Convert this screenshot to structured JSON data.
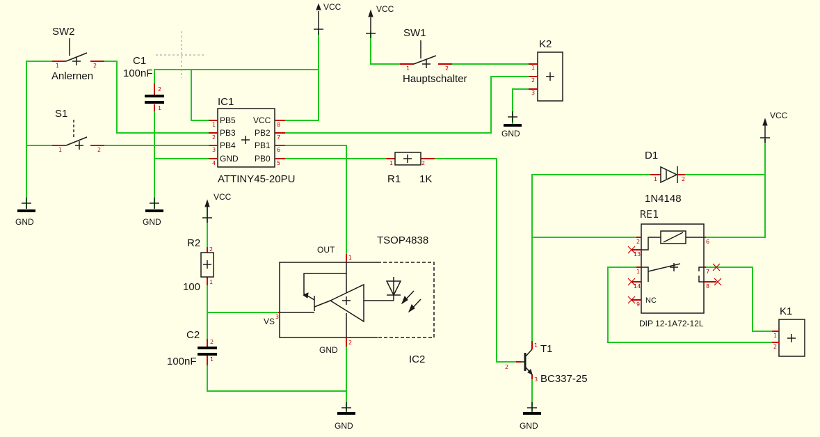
{
  "components": {
    "sw2": {
      "ref": "SW2",
      "value": "Anlernen"
    },
    "sw1": {
      "ref": "SW1",
      "value": "Hauptschalter"
    },
    "s1": {
      "ref": "S1"
    },
    "c1": {
      "ref": "C1",
      "value": "100nF"
    },
    "c2": {
      "ref": "C2",
      "value": "100nF"
    },
    "ic1": {
      "ref": "IC1",
      "value": "ATTINY45-20PU",
      "pins_left": [
        "PB5",
        "PB3",
        "PB4",
        "GND"
      ],
      "pins_right": [
        "VCC",
        "PB2",
        "PB1",
        "PB0"
      ],
      "pin_nums_left": [
        "1",
        "2",
        "3",
        "4"
      ],
      "pin_nums_right": [
        "8",
        "7",
        "6",
        "5"
      ]
    },
    "ic2": {
      "ref": "IC2",
      "value": "TSOP4838",
      "pin_out": "OUT",
      "pin_vs": "VS",
      "pin_gnd": "GND"
    },
    "r1": {
      "ref": "R1",
      "value": "1K"
    },
    "r2": {
      "ref": "R2",
      "value": "100"
    },
    "k1": {
      "ref": "K1"
    },
    "k2": {
      "ref": "K2"
    },
    "d1": {
      "ref": "D1",
      "value": "1N4148"
    },
    "t1": {
      "ref": "T1",
      "value": "BC337-25"
    },
    "re1": {
      "ref": "RE1",
      "value": "DIP 12-1A72-12L",
      "nc": "NC"
    }
  },
  "power": {
    "vcc": "VCC",
    "gnd": "GND"
  },
  "pin_numbers": {
    "p1": "1",
    "p2": "2",
    "p3": "3",
    "p5": "5",
    "p6": "6",
    "p7": "7",
    "p8": "8",
    "p9": "9",
    "p13": "13",
    "p14": "14"
  }
}
